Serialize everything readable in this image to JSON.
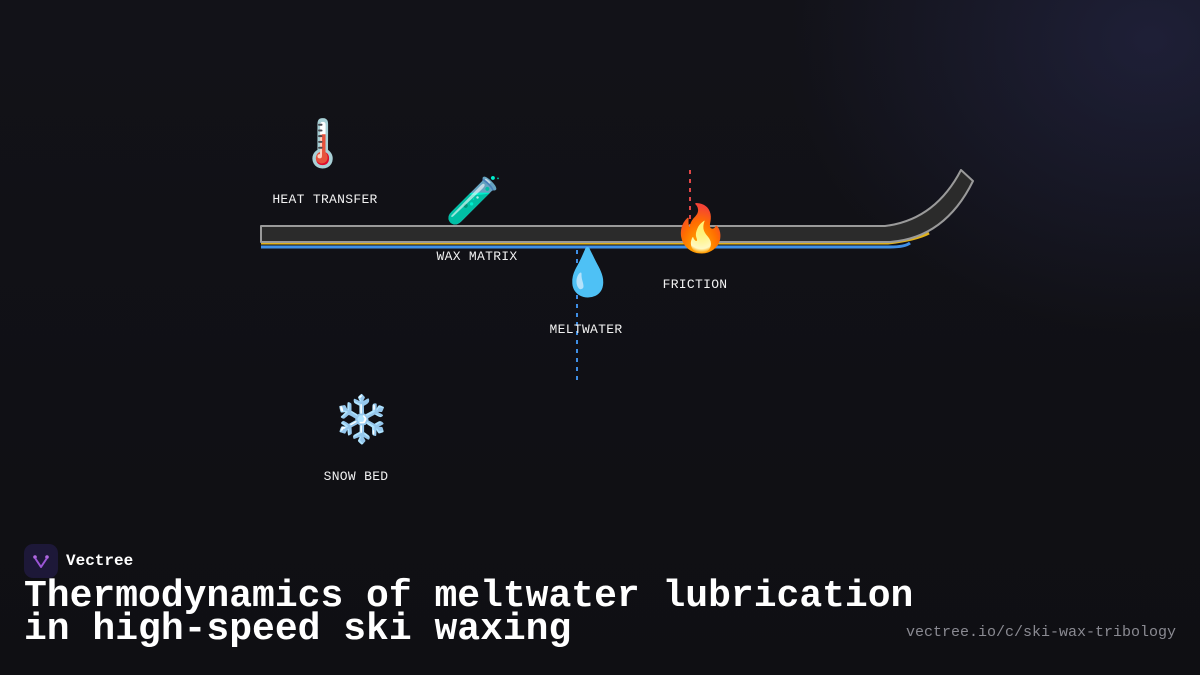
{
  "diagram": {
    "nodes": [
      {
        "id": "heat",
        "label": "HEAT TRANSFER",
        "icon": "thermometer-icon",
        "glyph": "🌡️"
      },
      {
        "id": "wax",
        "label": "WAX MATRIX",
        "icon": "test-tube-icon",
        "glyph": "🧪"
      },
      {
        "id": "melt",
        "label": "MELTWATER",
        "icon": "droplet-icon",
        "glyph": "💧"
      },
      {
        "id": "friction",
        "label": "FRICTION",
        "icon": "fire-icon",
        "glyph": "🔥"
      },
      {
        "id": "snow",
        "label": "SNOW BED",
        "icon": "snowflake-icon",
        "glyph": "❄️"
      }
    ],
    "colors": {
      "ski_body": "#2b2b2b",
      "ski_outline": "#9a9a9a",
      "wax_layer": "#e0b21c",
      "base_layer": "#3f8fe6",
      "meltwater_line": "#3f8fe6",
      "friction_line": "#e04646"
    }
  },
  "brand": {
    "name": "Vectree",
    "logo_icon": "vectree-logo-icon"
  },
  "title": {
    "line1": "Thermodynamics of meltwater lubrication",
    "line2": "in high-speed ski waxing"
  },
  "url": "vectree.io/c/ski-wax-tribology"
}
